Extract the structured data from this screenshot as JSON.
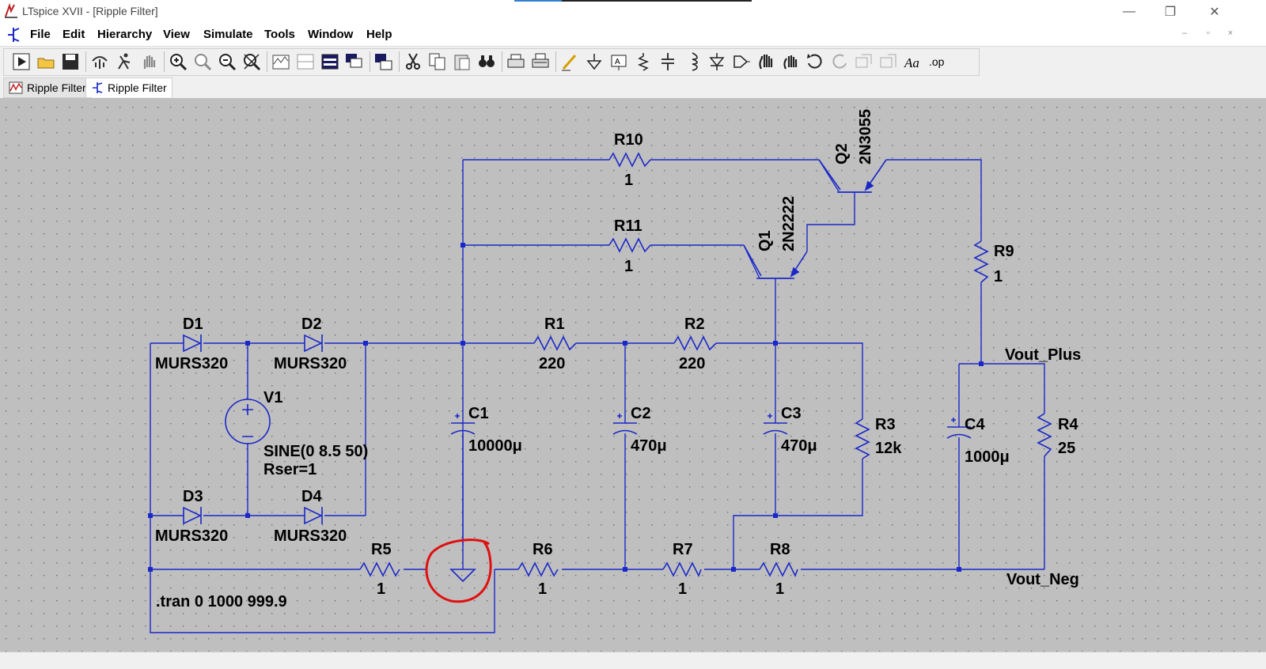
{
  "window": {
    "title": "LTspice XVII - [Ripple Filter]",
    "controls": [
      "—",
      "❐",
      "✕"
    ]
  },
  "menu": [
    "File",
    "Edit",
    "Hierarchy",
    "View",
    "Simulate",
    "Tools",
    "Window",
    "Help"
  ],
  "mdi_controls": [
    "–",
    "▫",
    "×"
  ],
  "toolbar": {
    "icons": [
      "run-icon",
      "open-icon",
      "save-icon",
      "control-panel-icon",
      "halt-icon",
      "pan-icon",
      "zoom-in-icon",
      "zoom-area-icon",
      "zoom-out-icon",
      "zoom-cancel-icon",
      "autorange-icon",
      "tile-horizontal-icon",
      "tile-vertical-icon",
      "cascade-icon",
      "window-icon",
      "cut-icon",
      "copy-icon",
      "paste-icon",
      "find-icon",
      "print-icon",
      "print-setup-icon",
      "wire-icon",
      "ground-icon",
      "label-net-icon",
      "resistor-icon",
      "capacitor-icon",
      "inductor-icon",
      "diode-icon",
      "component-icon",
      "move-icon",
      "drag-icon",
      "undo-icon",
      "redo-icon",
      "rotate-icon",
      "mirror-icon",
      "text-icon",
      "spice-directive-icon"
    ]
  },
  "tabs": [
    {
      "label": "Ripple Filter",
      "icon": "waveform-icon",
      "active": false
    },
    {
      "label": "Ripple Filter",
      "icon": "schematic-icon",
      "active": true
    }
  ],
  "schematic": {
    "wire_color": "#1a28c8",
    "annotation_color": "#e01010",
    "components": {
      "R10": {
        "name": "R10",
        "value": "1"
      },
      "R11": {
        "name": "R11",
        "value": "1"
      },
      "Q2": {
        "name": "Q2",
        "model": "2N3055"
      },
      "Q1": {
        "name": "Q1",
        "model": "2N2222"
      },
      "R9": {
        "name": "R9",
        "value": "1"
      },
      "D1": {
        "name": "D1",
        "model": "MURS320"
      },
      "D2": {
        "name": "D2",
        "model": "MURS320"
      },
      "D3": {
        "name": "D3",
        "model": "MURS320"
      },
      "D4": {
        "name": "D4",
        "model": "MURS320"
      },
      "R1": {
        "name": "R1",
        "value": "220"
      },
      "R2": {
        "name": "R2",
        "value": "220"
      },
      "V1": {
        "name": "V1",
        "value": "SINE(0 8.5 50)",
        "rser": "Rser=1"
      },
      "C1": {
        "name": "C1",
        "value": "10000μ"
      },
      "C2": {
        "name": "C2",
        "value": "470μ"
      },
      "C3": {
        "name": "C3",
        "value": "470μ"
      },
      "R3": {
        "name": "R3",
        "value": "12k"
      },
      "C4": {
        "name": "C4",
        "value": "1000μ"
      },
      "R4": {
        "name": "R4",
        "value": "25"
      },
      "R5": {
        "name": "R5",
        "value": "1"
      },
      "R6": {
        "name": "R6",
        "value": "1"
      },
      "R7": {
        "name": "R7",
        "value": "1"
      },
      "R8": {
        "name": "R8",
        "value": "1"
      }
    },
    "net_labels": {
      "vout_plus": "Vout_Plus",
      "vout_neg": "Vout_Neg"
    },
    "directive": ".tran 0 1000 999.9"
  }
}
